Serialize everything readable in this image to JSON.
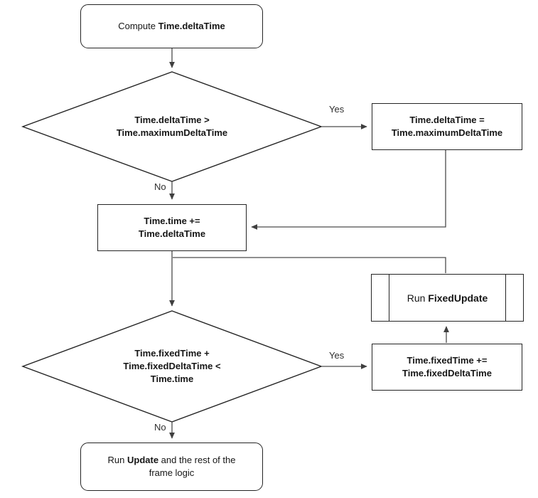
{
  "diagram": {
    "title": "Unity Time.deltaTime / FixedUpdate frame loop flowchart",
    "colors": {
      "background": "#ffffff",
      "node_border": "#242424",
      "connector": "#4c4c4c",
      "arrowhead": "#3f3f3f",
      "text": "#161616",
      "edge_label_text": "#2e2e2e"
    },
    "nodes": {
      "compute": {
        "prefix": "Compute ",
        "code": "Time.deltaTime"
      },
      "decision_max_delta": {
        "line1": "Time.deltaTime >",
        "line2": "Time.maximumDeltaTime"
      },
      "clamp_delta": {
        "line1": "Time.deltaTime =",
        "line2": "Time.maximumDeltaTime"
      },
      "accumulate_time": {
        "line1": "Time.time +=",
        "line2": "Time.deltaTime"
      },
      "run_fixed_update": {
        "prefix": "Run ",
        "code": "FixedUpdate"
      },
      "decision_fixed_time": {
        "line1": "Time.fixedTime +",
        "line2": "Time.fixedDeltaTime <",
        "line3": "Time.time"
      },
      "advance_fixed_time": {
        "line1": "Time.fixedTime +=",
        "line2": "Time.fixedDeltaTime"
      },
      "run_update": {
        "prefix": "Run ",
        "code": "Update",
        "suffix": " and the rest of the",
        "line2": "frame logic"
      }
    },
    "edge_labels": {
      "yes_top": "Yes",
      "no_top": "No",
      "yes_bottom": "Yes",
      "no_bottom": "No"
    }
  }
}
